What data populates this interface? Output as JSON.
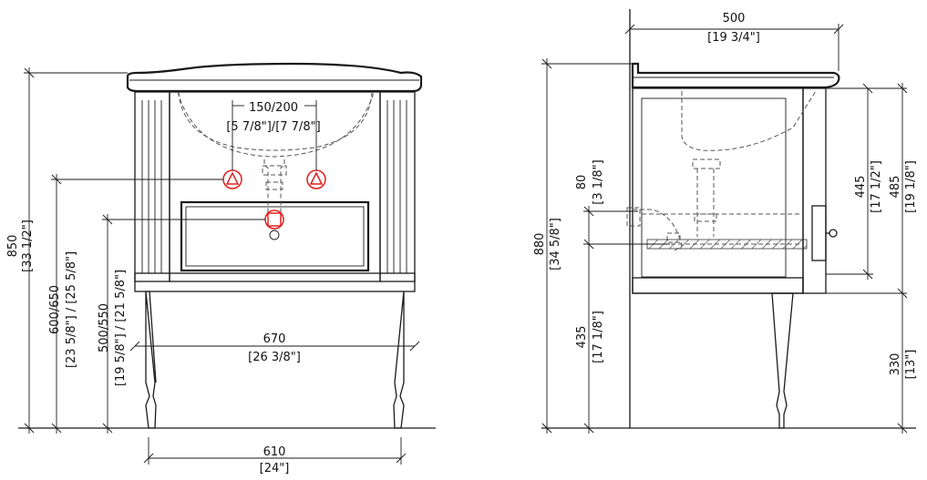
{
  "front_view": {
    "total_height": {
      "mm": "850",
      "in": "[33 1/2\"]"
    },
    "drain_height": {
      "text": "600/650",
      "in": "[23 5/8\"] / [25 5/8\"]"
    },
    "supply_height": {
      "text": "500/550",
      "in": "[19 5/8\"] / [21 5/8\"]"
    },
    "supply_spacing": {
      "text": "150/200",
      "in": "[5 7/8\"]/[7 7/8\"]"
    },
    "top_width": {
      "mm": "670",
      "in": "[26 3/8\"]"
    },
    "base_width": {
      "mm": "610",
      "in": "[24\"]"
    }
  },
  "side_view": {
    "depth": {
      "mm": "500",
      "in": "[19 3/4\"]"
    },
    "total_height": {
      "mm": "880",
      "in": "[34 5/8\"]"
    },
    "drain_offset": {
      "mm": "80",
      "in": "[3 1/8\"]"
    },
    "floor_to_drain": {
      "mm": "435",
      "in": "[17 1/8\"]"
    },
    "cabinet_height": {
      "mm": "445",
      "in": "[17 1/2\"]"
    },
    "cabinet_height_total": {
      "mm": "485",
      "in": "[19 1/8\"]"
    },
    "leg_height": {
      "mm": "330",
      "in": "[13\"]"
    }
  },
  "colors": {
    "line": "#1a1a1a",
    "marker": "#e02020"
  }
}
